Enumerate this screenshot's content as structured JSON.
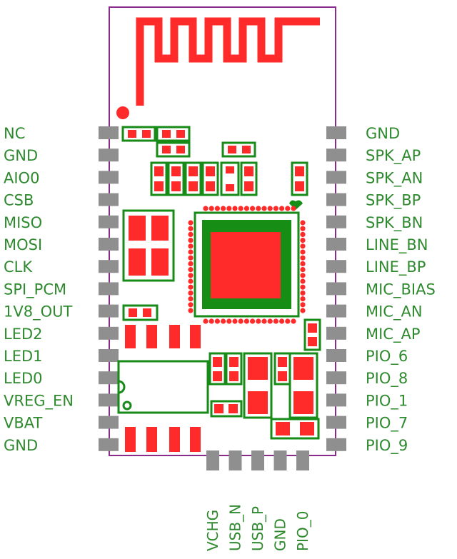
{
  "left_pins": [
    "NC",
    "GND",
    "AIO0",
    "CSB",
    "MISO",
    "MOSI",
    "CLK",
    "SPI_PCM",
    "1V8_OUT",
    "LED2",
    "LED1",
    "LED0",
    "VREG_EN",
    "VBAT",
    "GND"
  ],
  "right_pins": [
    "GND",
    "SPK_AP",
    "SPK_AN",
    "SPK_BP",
    "SPK_BN",
    "LINE_BN",
    "LINE_BP",
    "MIC_BIAS",
    "MIC_AN",
    "MIC_AP",
    "PIO_6",
    "PIO_8",
    "PIO_1",
    "PIO_7",
    "PIO_9"
  ],
  "bottom_pins": [
    "VCHG",
    "USB_N",
    "USB_P",
    "GND",
    "PIO_0"
  ],
  "colors": {
    "outline": "#8a2a8a",
    "copper": "#ff2a2a",
    "silkscreen": "#178b17",
    "pad": "#8f8f8f",
    "label": "#2f8a2f"
  }
}
